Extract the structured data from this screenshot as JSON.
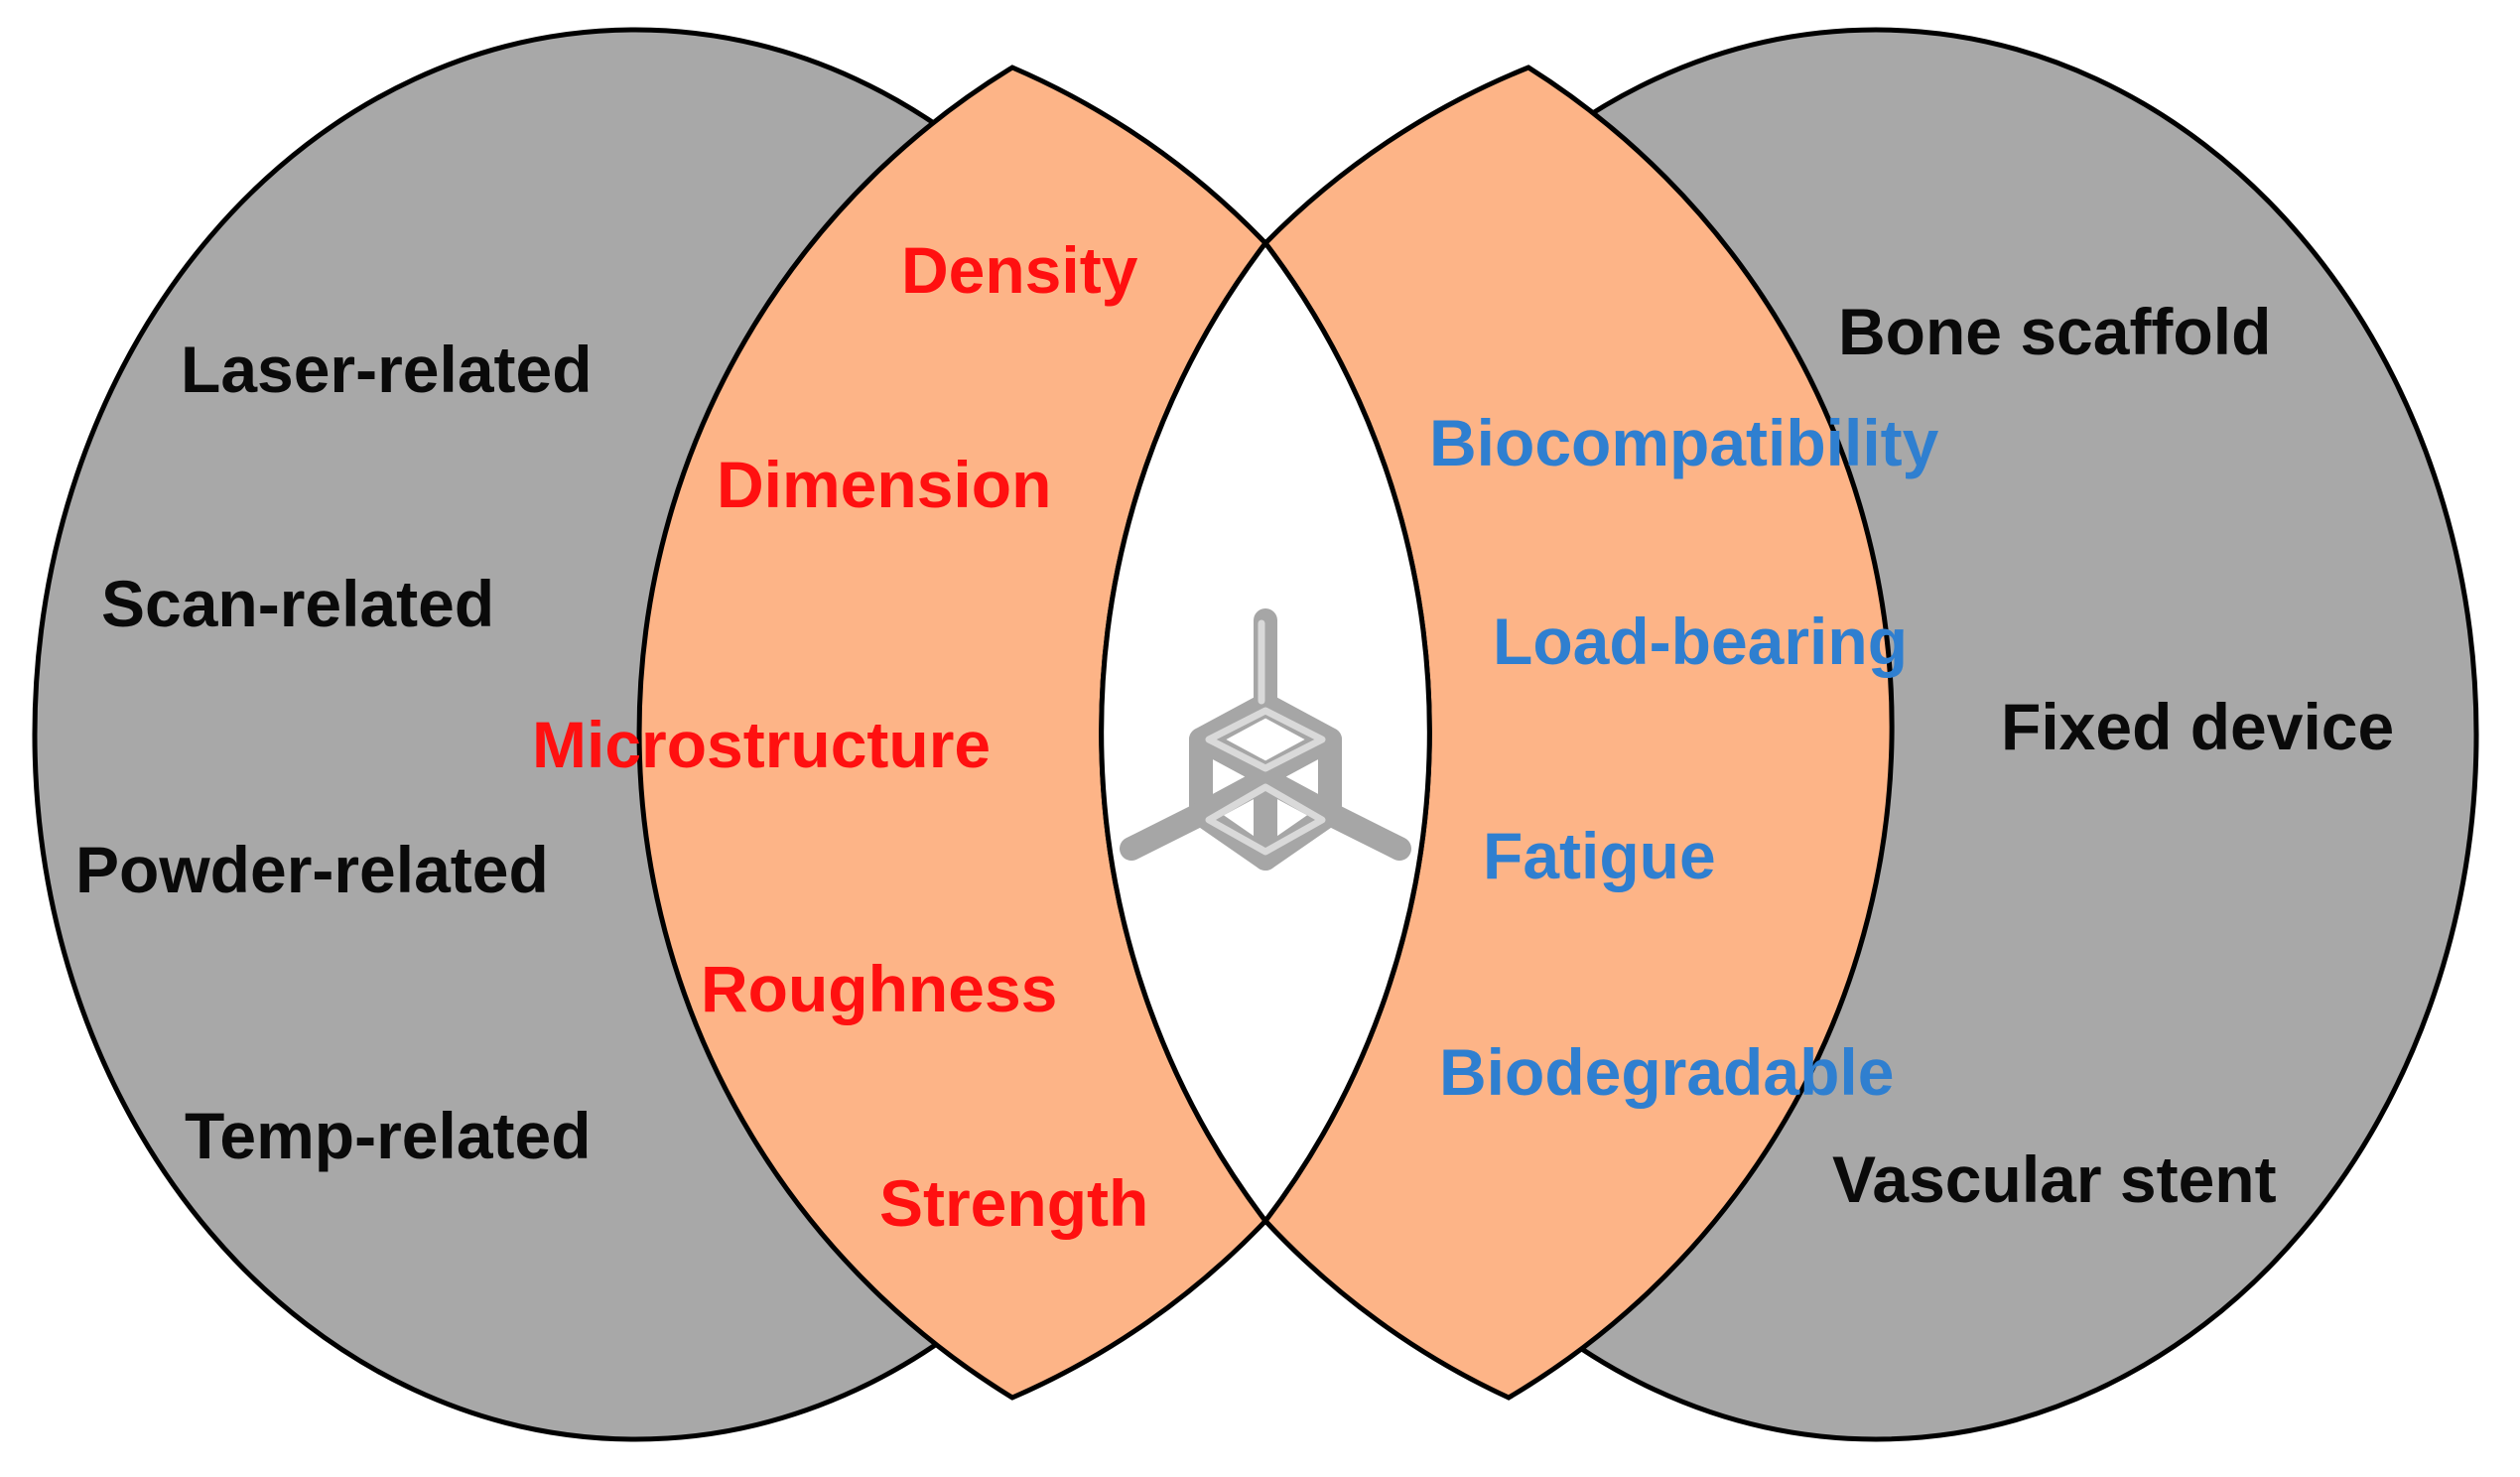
{
  "colors": {
    "outer_region": "#a8a8a8",
    "middle_band": "#fdb487",
    "center_lens": "#ffffff",
    "outline": "#000000",
    "label_black": "#0a0a0a",
    "label_red": "#ff1010",
    "label_blue": "#2f7fd0",
    "lattice": "#a6a6a6"
  },
  "left_outer_labels": [
    "Laser-related",
    "Scan-related",
    "Powder-related",
    "Temp-related"
  ],
  "left_band_labels": [
    "Density",
    "Dimension",
    "Microstructure",
    "Roughness",
    "Strength"
  ],
  "right_band_labels": [
    "Biocompatibility",
    "Load-bearing",
    "Fatigue",
    "Biodegradable"
  ],
  "right_outer_labels": [
    "Bone scaffold",
    "Fixed device",
    "Vascular stent"
  ],
  "center_icon": "lattice-strut-icon"
}
